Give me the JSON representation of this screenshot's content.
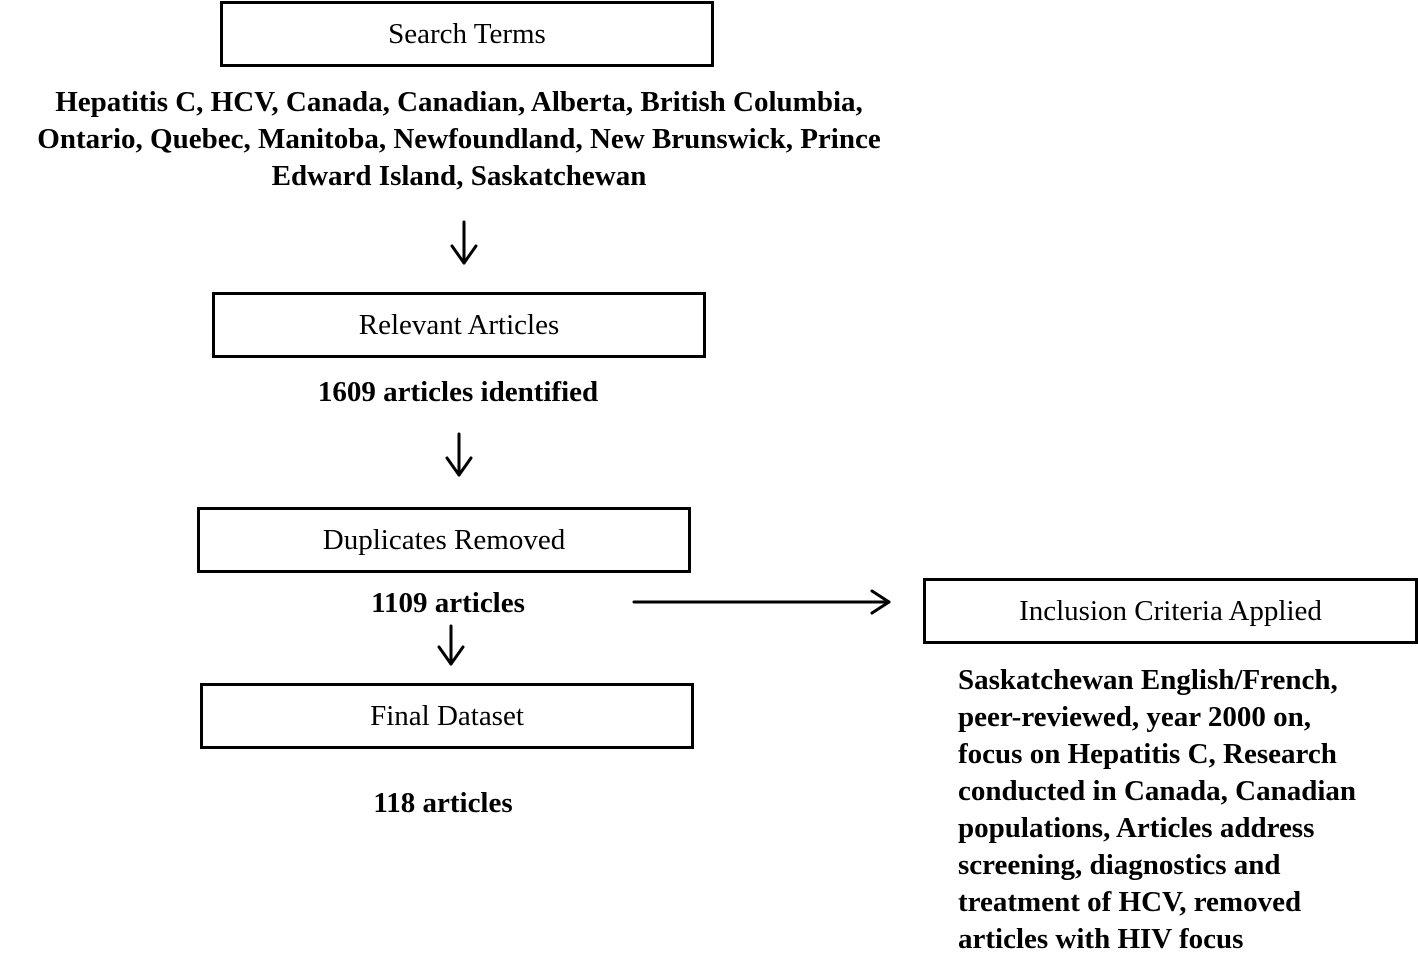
{
  "boxes": {
    "search_terms": "Search Terms",
    "relevant_articles": "Relevant Articles",
    "duplicates_removed": "Duplicates Removed",
    "final_dataset": "Final Dataset",
    "inclusion_criteria": "Inclusion Criteria Applied"
  },
  "labels": {
    "search_terms_list": [
      "Hepatitis C, HCV, Canada, Canadian, Alberta, British Columbia,",
      "Ontario, Quebec, Manitoba, Newfoundland, New Brunswick, Prince",
      "Edward Island, Saskatchewan"
    ],
    "relevant_count": "1609 articles identified",
    "duplicates_count": "1109 articles",
    "final_count": "118 articles",
    "criteria_list": [
      "Saskatchewan English/French,",
      "peer-reviewed, year 2000 on,",
      "focus on Hepatitis C, Research",
      "conducted in Canada, Canadian",
      "populations, Articles address",
      "screening, diagnostics and",
      "treatment of HCV, removed",
      "articles with HIV focus"
    ]
  }
}
